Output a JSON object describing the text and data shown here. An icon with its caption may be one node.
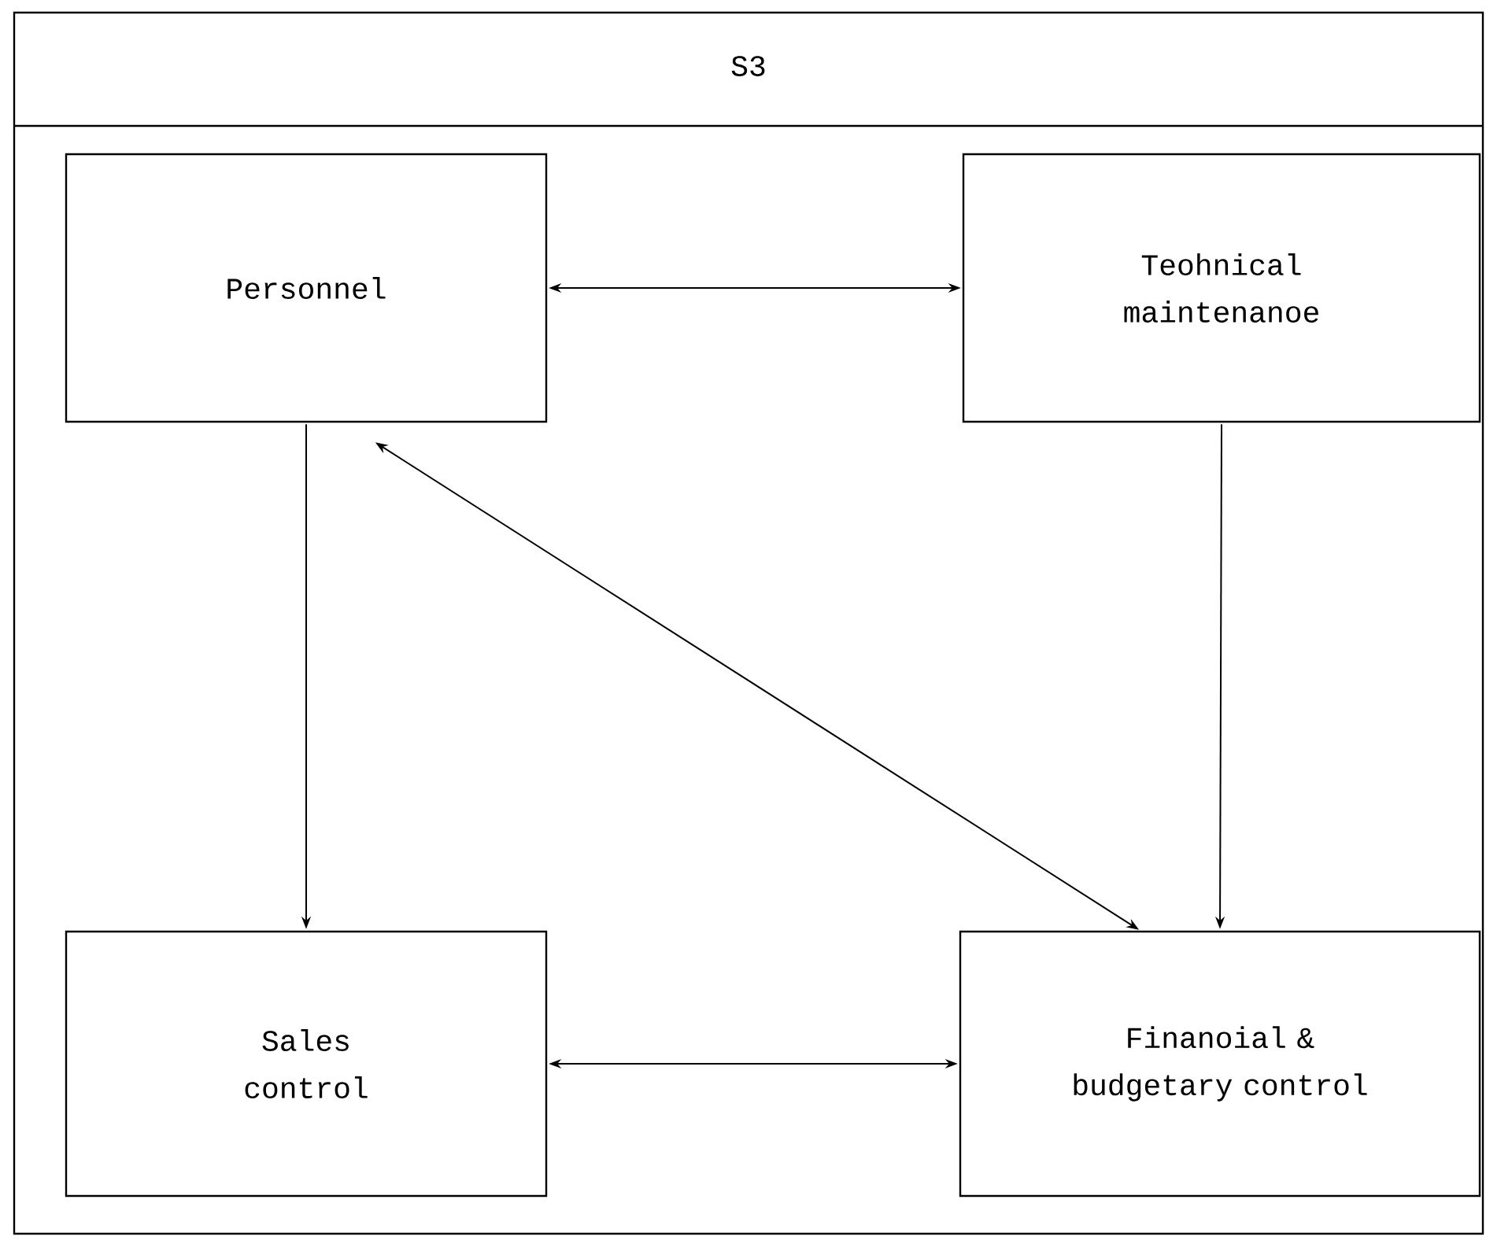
{
  "diagram": {
    "nodes": [
      {
        "text": [
          "S3"
        ]
      },
      {
        "text": [
          "Personnel"
        ],
        "in": 0
      },
      {
        "text": [
          "Teohnical maintenanoe"
        ],
        "in": 0
      },
      {
        "text": [
          "Sales control"
        ],
        "in": 0
      },
      {
        "text": [
          "Finanoial & budgetary control"
        ],
        "in": 0
      }
    ],
    "edges": [
      {
        "from": 1,
        "to": 2,
        "arrow": "both"
      },
      {
        "from": 1,
        "to": 3,
        "arrow": "to"
      },
      {
        "from": 2,
        "to": 4,
        "arrow": "to"
      },
      {
        "from": 4,
        "to": 1,
        "arrow": "both"
      },
      {
        "from": 3,
        "to": 4,
        "arrow": "both"
      }
    ]
  }
}
